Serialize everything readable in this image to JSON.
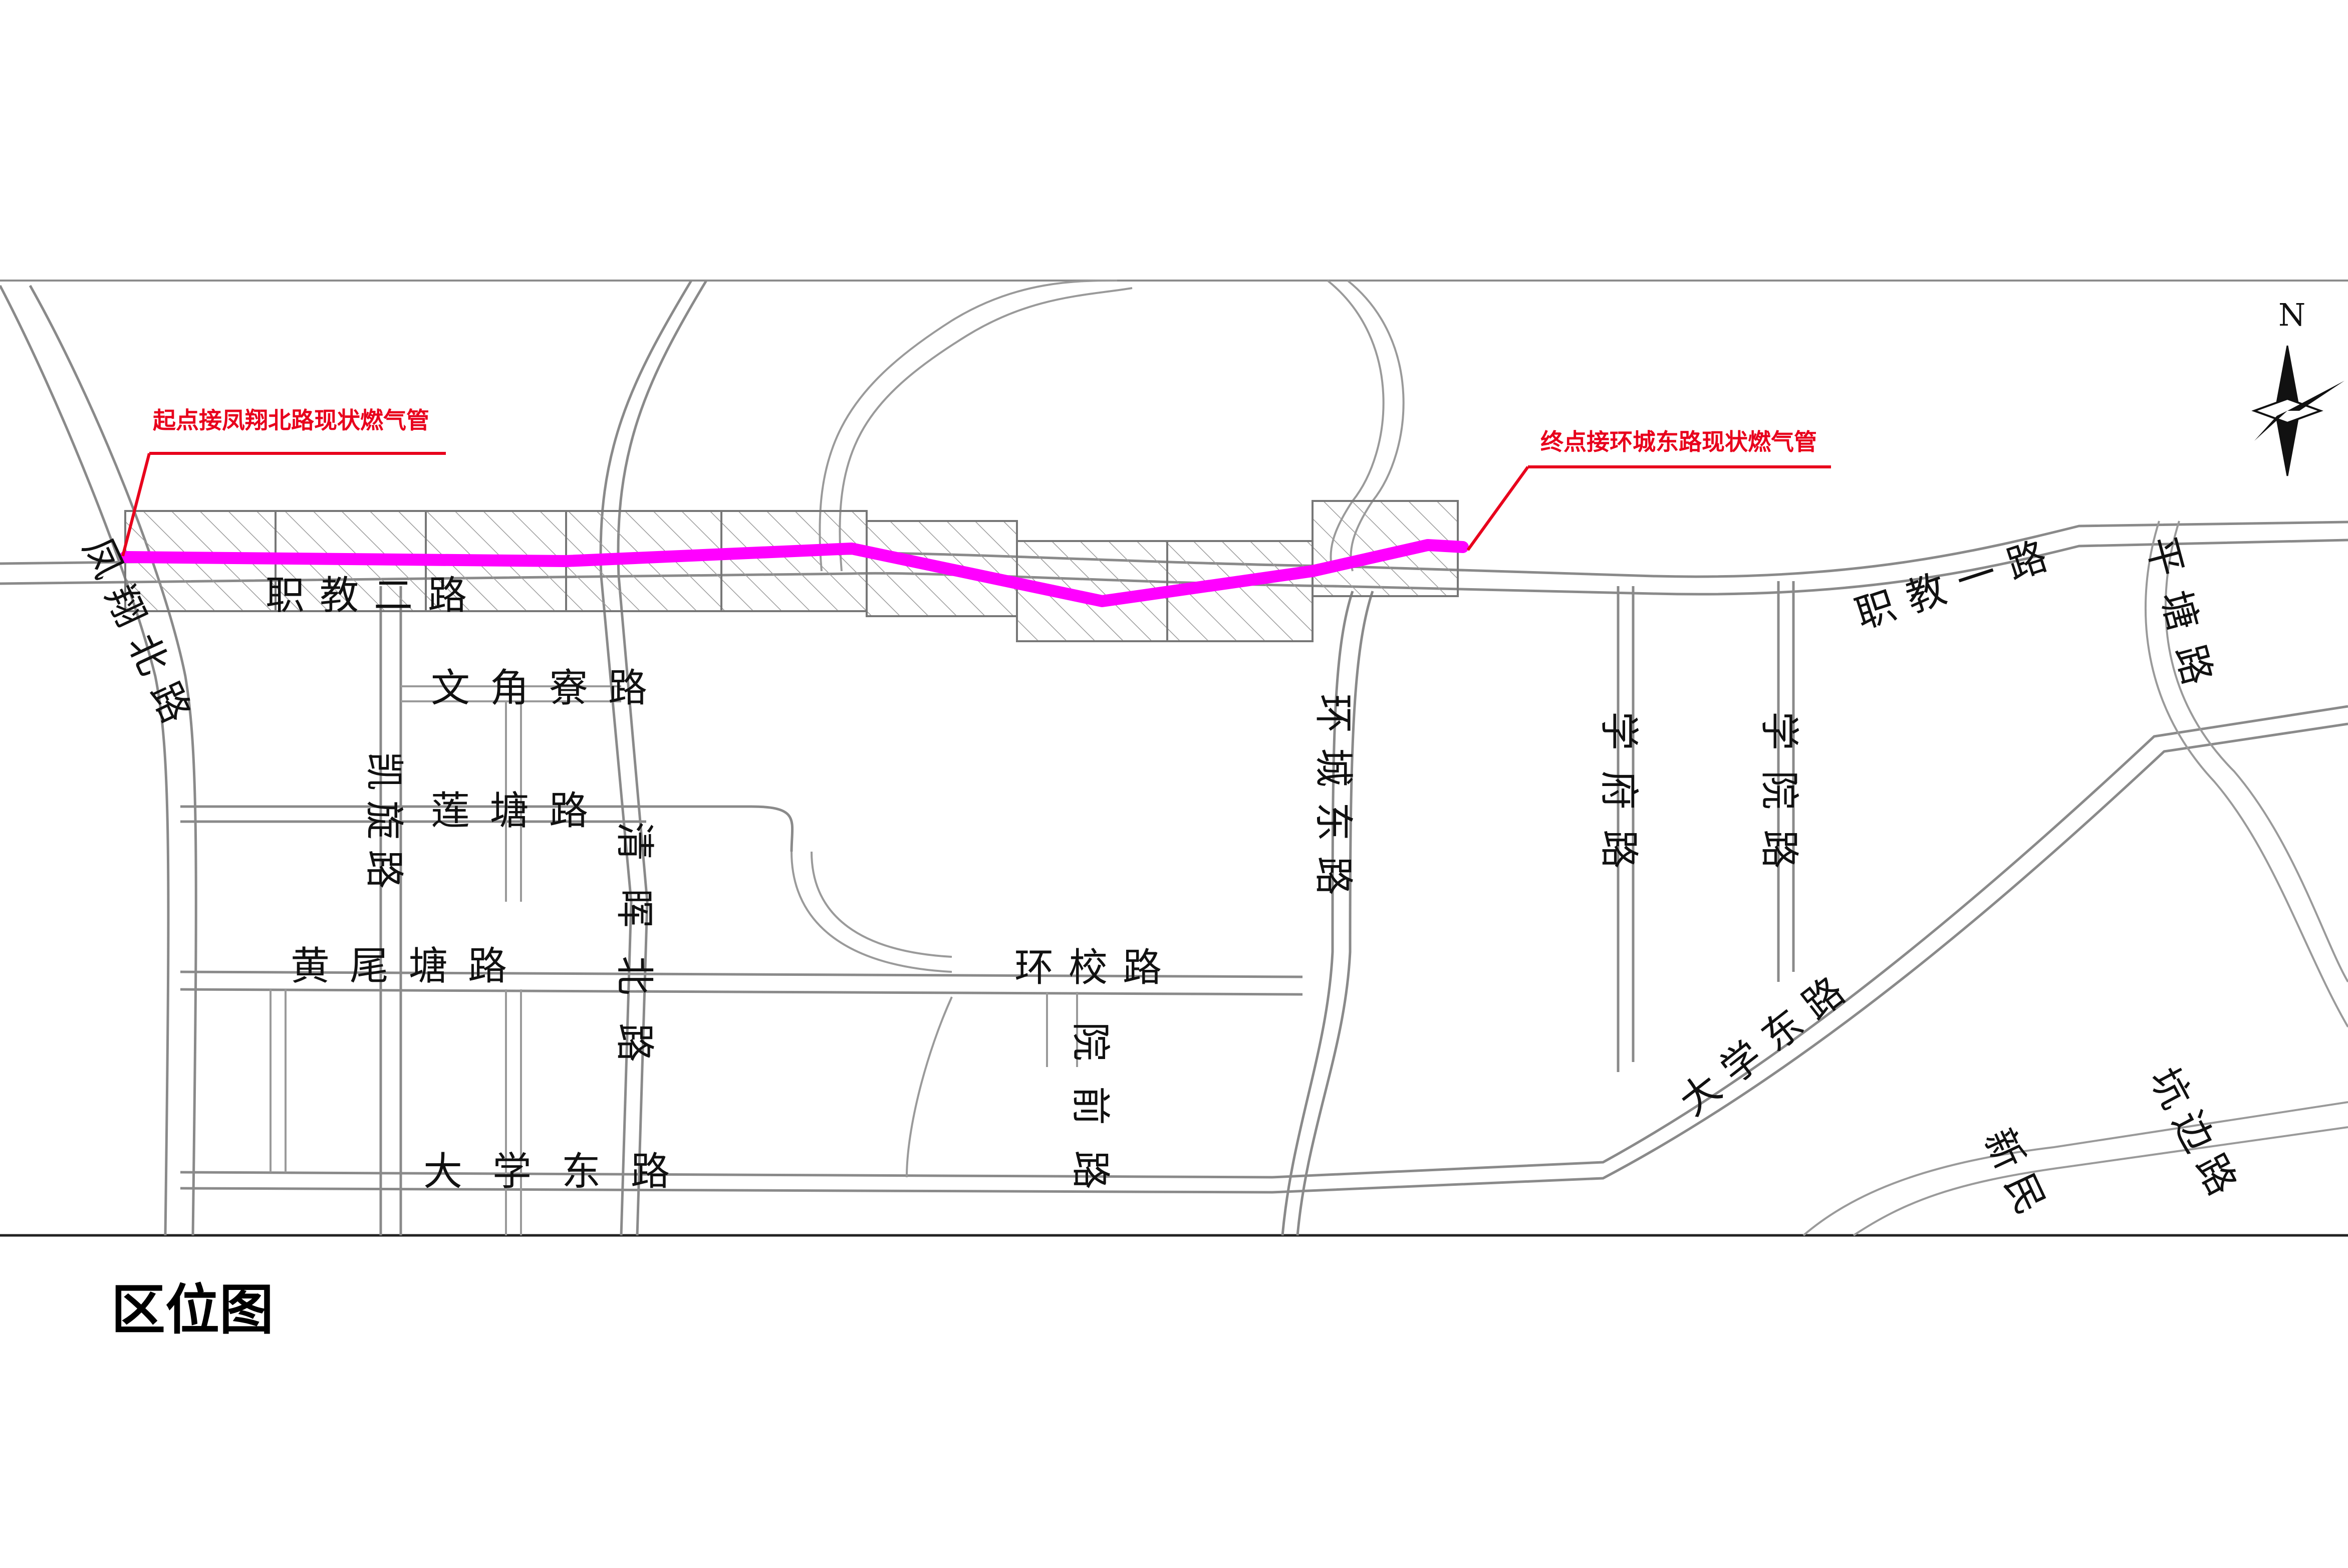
{
  "title": "区位图",
  "north_label": "N",
  "colors": {
    "pipe": "#ff00ff",
    "callout": "#e8001c",
    "road": "#8a8a8a",
    "hatch": "#999999"
  },
  "callouts": {
    "start": "起点接凤翔北路现状燃气管",
    "end": "终点接环城东路现状燃气管"
  },
  "roads": {
    "fengxiang_north": "凤翔北路",
    "zhijiao_2": "职教二路",
    "wenjiaoliao": "文角寮路",
    "kaixuan": "凯旋路",
    "liantang": "莲塘路",
    "huangweitang": "黄尾塘路",
    "qinghui_north": "清晖北路",
    "daxue_east_west": "大学东路",
    "huanxiao": "环校路",
    "yuanqian": "院前路",
    "huancheng_east": "环城东路",
    "xuefu": "学府路",
    "xueyuan": "学院路",
    "zhijiao_1": "职教一路",
    "pingtang": "平塘路",
    "daxue_east_east": "大学东路",
    "xinmin": "新民",
    "kengbian": "坑边路"
  }
}
